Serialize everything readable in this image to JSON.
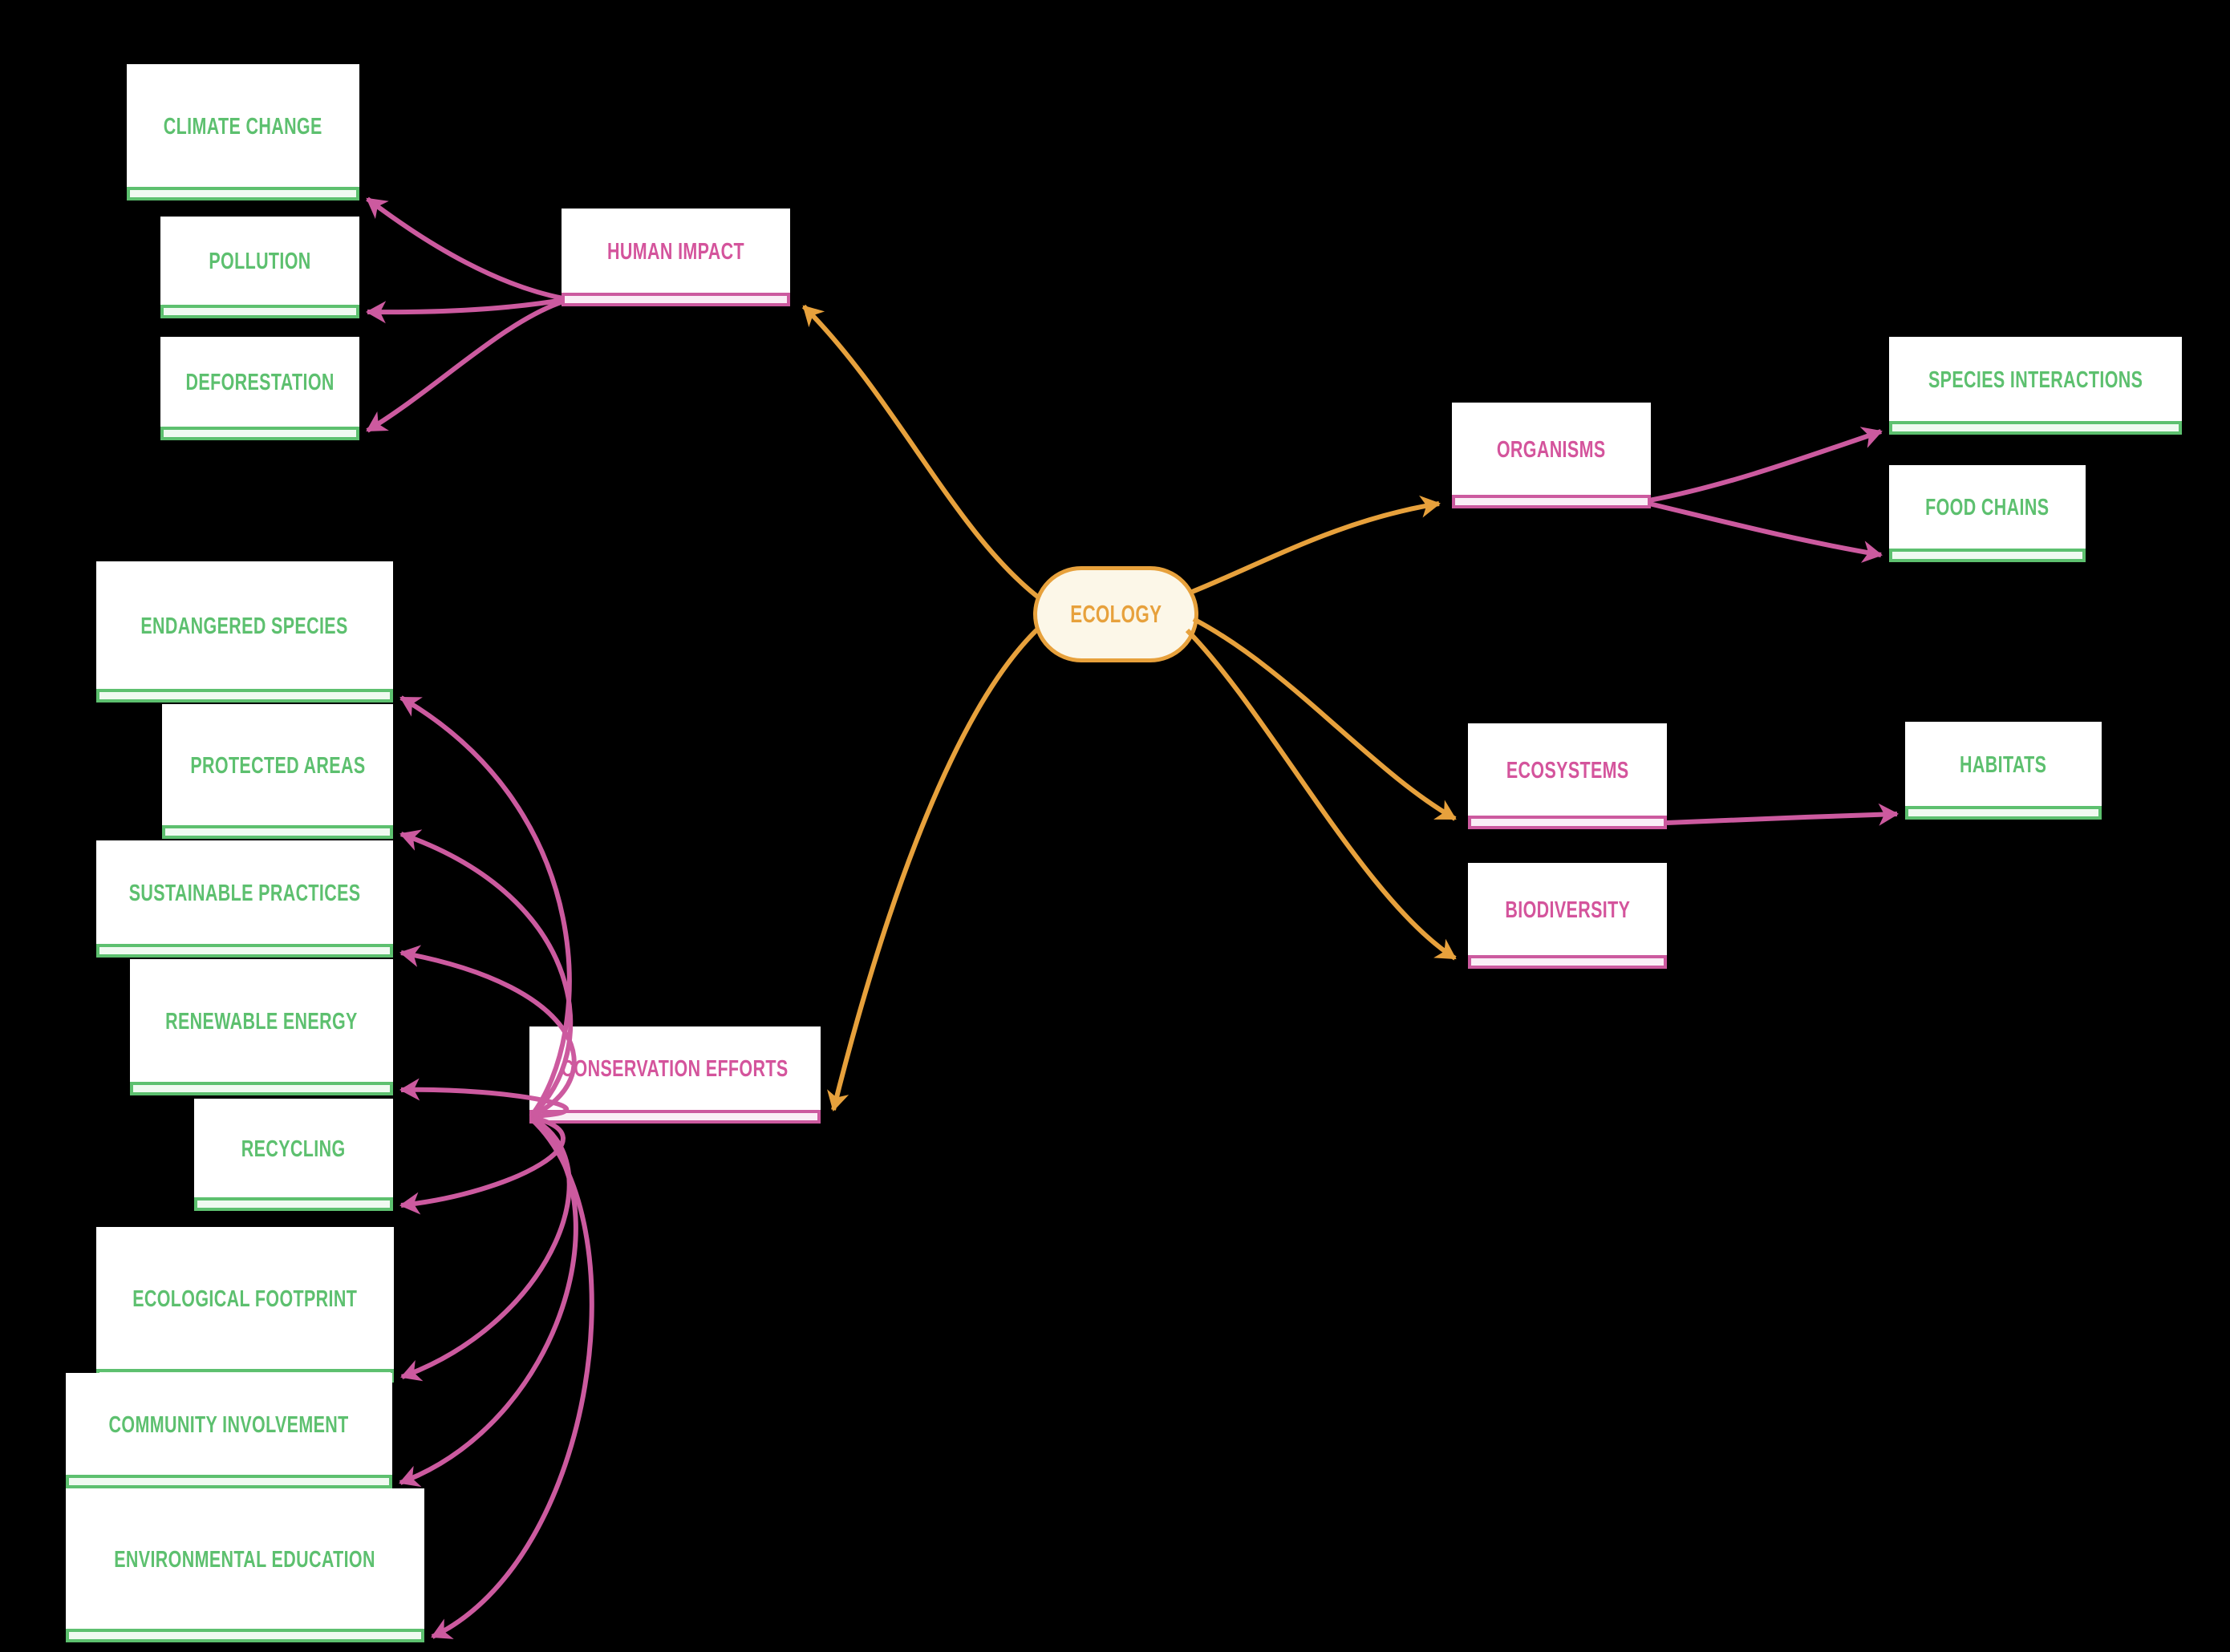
{
  "root": {
    "label": "ECOLOGY"
  },
  "branches": [
    {
      "label": "HUMAN IMPACT",
      "children": [
        "CLIMATE CHANGE",
        "POLLUTION",
        "DEFORESTATION"
      ]
    },
    {
      "label": "ORGANISMS",
      "children": [
        "SPECIES INTERACTIONS",
        "FOOD CHAINS"
      ]
    },
    {
      "label": "ECOSYSTEMS",
      "children": [
        "HABITATS"
      ]
    },
    {
      "label": "BIODIVERSITY",
      "children": []
    },
    {
      "label": "CONSERVATION EFFORTS",
      "children": [
        "ENDANGERED SPECIES",
        "PROTECTED AREAS",
        "SUSTAINABLE PRACTICES",
        "RENEWABLE ENERGY",
        "RECYCLING",
        "ECOLOGICAL FOOTPRINT",
        "COMMUNITY INVOLVEMENT",
        "ENVIRONMENTAL EDUCATION"
      ]
    }
  ],
  "theme": {
    "background": "#000000",
    "root_border": "#e7a13c",
    "root_fill": "#fcf7e8",
    "root_text": "#e7a13c",
    "branch_color": "#cc5a9f",
    "branch_text": "#d4549c",
    "leaf_color": "#5dc06f",
    "leaf_fill": "#f0faf1",
    "branch_fill": "#faeef6",
    "edge_orange": "#e7a13c",
    "edge_pink": "#cc5a9f",
    "node_background": "#ffffff"
  }
}
